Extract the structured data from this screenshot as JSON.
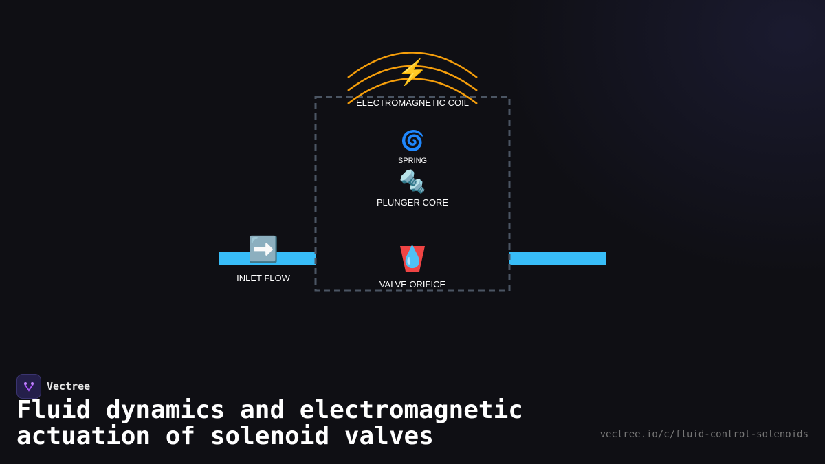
{
  "diagram": {
    "labels": {
      "coil": "ELECTROMAGNETIC COIL",
      "spring": "SPRING",
      "plunger": "PLUNGER CORE",
      "inlet": "INLET FLOW",
      "orifice": "VALVE ORIFICE"
    },
    "icons": {
      "coil": "⚡",
      "spring": "🌀",
      "plunger": "🔩",
      "inlet": "➡️",
      "orifice": "💧"
    },
    "colors": {
      "coil": "#f59e0b",
      "pipe": "#38bdf8",
      "housing": "#4b5563",
      "orifice": "#ef4444"
    }
  },
  "footer": {
    "brand": "Vectree",
    "title_line1": "Fluid dynamics and electromagnetic",
    "title_line2": "actuation of solenoid valves",
    "url": "vectree.io/c/fluid-control-solenoids"
  }
}
